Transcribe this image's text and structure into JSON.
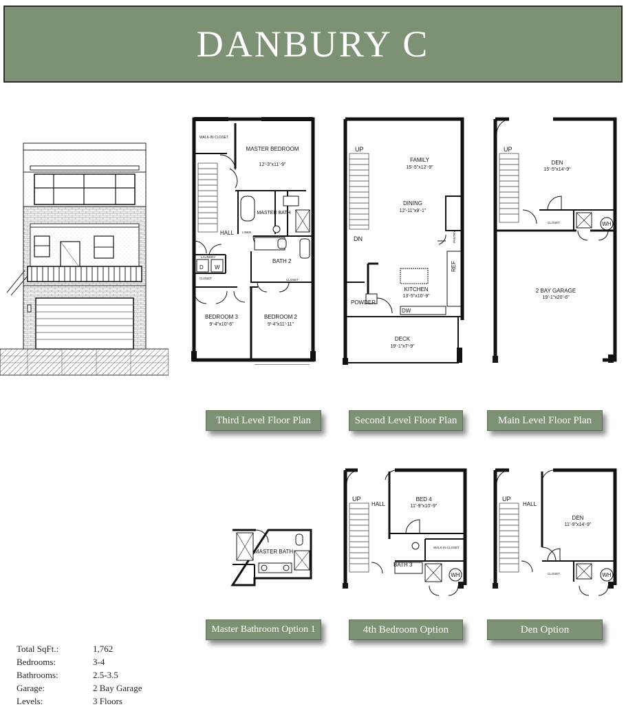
{
  "title": "DANBURY C",
  "labels": {
    "third_level": "Third Level Floor Plan",
    "second_level": "Second Level Floor Plan",
    "main_level": "Main Level Floor Plan",
    "master_bath_option": "Master Bathroom Option 1",
    "fourth_bedroom_option": "4th Bedroom Option",
    "den_option": "Den Option"
  },
  "third_level_rooms": {
    "walk_in_closet": "WALK-IN CLOSET",
    "master_bedroom": "MASTER BEDROOM",
    "master_bedroom_dim": "12'-3\"x11'-9\"",
    "master_bath": "MASTER BATH",
    "hall": "HALL",
    "linen": "LINEN",
    "laundry": "LAUNDRY",
    "d": "D",
    "w": "W",
    "closet": "CLOSET",
    "bath2": "BATH 2",
    "bedroom3": "BEDROOM 3",
    "bedroom3_dim": "9'-4\"x10'-6\"",
    "bedroom2": "BEDROOM 2",
    "bedroom2_dim": "9'-4\"x11'-11\""
  },
  "second_level_rooms": {
    "up": "UP",
    "dn": "DN",
    "family": "FAMILY",
    "family_dim": "15'-5\"x12'-9\"",
    "dining": "DINING",
    "dining_dim": "12'-11\"x9'-1\"",
    "pantry": "PANTRY",
    "ref": "REF",
    "kitchen": "KITCHEN",
    "kitchen_dim": "13'-5\"x10'-9\"",
    "powder": "POWDER",
    "dw": "DW",
    "deck": "DECK",
    "deck_dim": "19'-1\"x7'-9\""
  },
  "main_level_rooms": {
    "up": "UP",
    "den": "DEN",
    "den_dim": "15'-5\"x14'-9\"",
    "closet": "CLOSET",
    "wh": "WH",
    "garage": "2 BAY GARAGE",
    "garage_dim": "19'-1\"x20'-6\""
  },
  "master_bath_option_rooms": {
    "master_bath": "MASTER BATH"
  },
  "fourth_bedroom_rooms": {
    "up": "UP",
    "hall": "HALL",
    "bed4": "BED 4",
    "bed4_dim": "11'-9\"x10'-9\"",
    "walk_in_closet": "WALK-IN CLOSET",
    "bath3": "BATH 3",
    "wh": "WH"
  },
  "den_option_rooms": {
    "up": "UP",
    "hall": "HALL",
    "den": "DEN",
    "den_dim": "11'-9\"x14'-9\"",
    "closet": "CLOSET",
    "wh": "WH"
  },
  "stats": [
    {
      "label": "Total SqFt.:",
      "value": "1,762"
    },
    {
      "label": "Bedrooms:",
      "value": "3-4"
    },
    {
      "label": "Bathrooms:",
      "value": "2.5-3.5"
    },
    {
      "label": "Garage:",
      "value": "2 Bay Garage"
    },
    {
      "label": "Levels:",
      "value": "3 Floors"
    }
  ],
  "colors": {
    "accent": "#7d9274",
    "wall": "#111111"
  }
}
